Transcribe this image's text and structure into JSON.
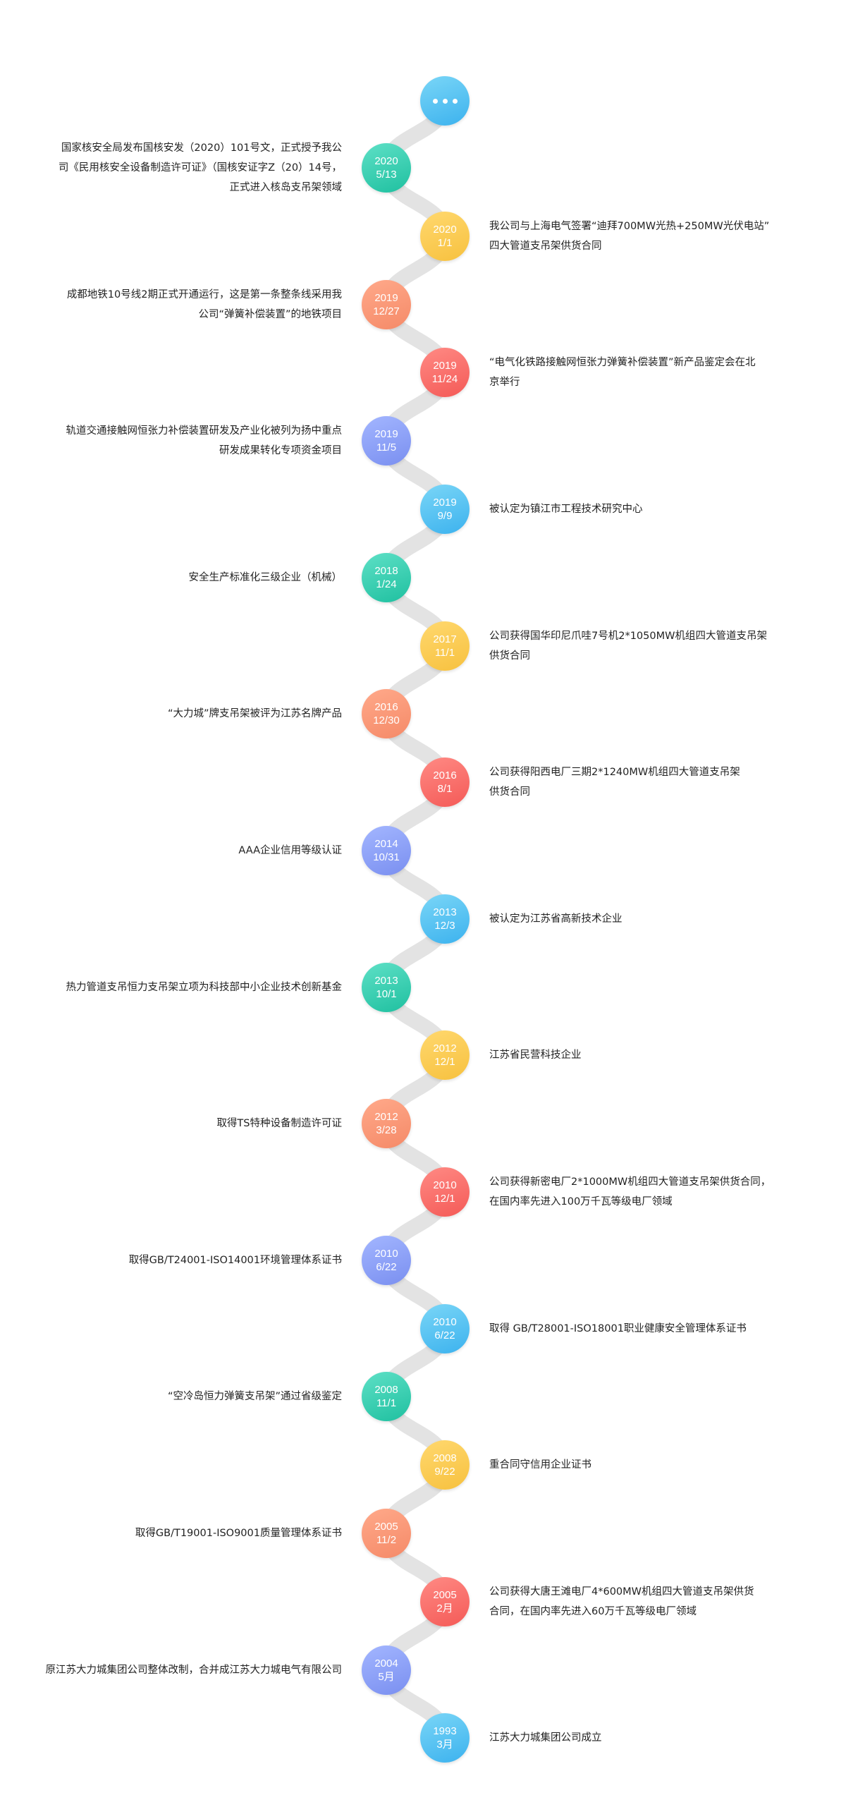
{
  "colors": {
    "blue": [
      "#7ad6f7",
      "#3cb2ee"
    ],
    "teal": [
      "#5ee0c6",
      "#1fc0a0"
    ],
    "yellow": [
      "#ffd86e",
      "#f7c13f"
    ],
    "orange": [
      "#ffa98a",
      "#f58a68"
    ],
    "red": [
      "#ff8a84",
      "#f45a57"
    ],
    "purple": [
      "#a3b6ff",
      "#7a8ff0"
    ],
    "spine": "#e3e3e3"
  },
  "top_icon": "more-dots-icon",
  "events": [
    {
      "year": "2020",
      "date": "5/13",
      "color": "teal",
      "side": "left",
      "lines": [
        "国家核安全局发布国核安发（2020）101号文，正式授予我公",
        "司《民用核安全设备制造许可证》（国核安证字Z（20）14号，",
        "正式进入核岛支吊架领域"
      ]
    },
    {
      "year": "2020",
      "date": "1/1",
      "color": "yellow",
      "side": "right",
      "lines": [
        "我公司与上海电气签署“迪拜700MW光热+250MW光伏电站”",
        "四大管道支吊架供货合同"
      ]
    },
    {
      "year": "2019",
      "date": "12/27",
      "color": "orange",
      "side": "left",
      "lines": [
        "成都地铁10号线2期正式开通运行，这是第一条整条线采用我",
        "公司“弹簧补偿装置”的地铁项目"
      ]
    },
    {
      "year": "2019",
      "date": "11/24",
      "color": "red",
      "side": "right",
      "lines": [
        "“电气化铁路接触网恒张力弹簧补偿装置”新产品鉴定会在北",
        "京举行"
      ]
    },
    {
      "year": "2019",
      "date": "11/5",
      "color": "purple",
      "side": "left",
      "lines": [
        "轨道交通接触网恒张力补偿装置研发及产业化被列为扬中重点",
        "研发成果转化专项资金项目"
      ]
    },
    {
      "year": "2019",
      "date": "9/9",
      "color": "blue",
      "side": "right",
      "lines": [
        "被认定为镇江市工程技术研究中心"
      ]
    },
    {
      "year": "2018",
      "date": "1/24",
      "color": "teal",
      "side": "left",
      "lines": [
        "安全生产标准化三级企业（机械）"
      ]
    },
    {
      "year": "2017",
      "date": "11/1",
      "color": "yellow",
      "side": "right",
      "lines": [
        "公司获得国华印尼爪哇7号机2*1050MW机组四大管道支吊架",
        "供货合同"
      ]
    },
    {
      "year": "2016",
      "date": "12/30",
      "color": "orange",
      "side": "left",
      "lines": [
        "“大力城”牌支吊架被评为江苏名牌产品"
      ]
    },
    {
      "year": "2016",
      "date": "8/1",
      "color": "red",
      "side": "right",
      "lines": [
        "公司获得阳西电厂三期2*1240MW机组四大管道支吊架",
        "供货合同"
      ]
    },
    {
      "year": "2014",
      "date": "10/31",
      "color": "purple",
      "side": "left",
      "lines": [
        "AAA企业信用等级认证"
      ]
    },
    {
      "year": "2013",
      "date": "12/3",
      "color": "blue",
      "side": "right",
      "lines": [
        "被认定为江苏省高新技术企业"
      ]
    },
    {
      "year": "2013",
      "date": "10/1",
      "color": "teal",
      "side": "left",
      "lines": [
        "热力管道支吊恒力支吊架立项为科技部中小企业技术创新基金"
      ]
    },
    {
      "year": "2012",
      "date": "12/1",
      "color": "yellow",
      "side": "right",
      "lines": [
        "江苏省民营科技企业"
      ]
    },
    {
      "year": "2012",
      "date": "3/28",
      "color": "orange",
      "side": "left",
      "lines": [
        "取得TS特种设备制造许可证"
      ]
    },
    {
      "year": "2010",
      "date": "12/1",
      "color": "red",
      "side": "right",
      "lines": [
        "公司获得新密电厂2*1000MW机组四大管道支吊架供货合同，",
        "在国内率先进入100万千瓦等级电厂领域"
      ]
    },
    {
      "year": "2010",
      "date": "6/22",
      "color": "purple",
      "side": "left",
      "lines": [
        "取得GB/T24001-ISO14001环境管理体系证书"
      ]
    },
    {
      "year": "2010",
      "date": "6/22",
      "color": "blue",
      "side": "right",
      "lines": [
        "取得 GB/T28001-ISO18001职业健康安全管理体系证书"
      ]
    },
    {
      "year": "2008",
      "date": "11/1",
      "color": "teal",
      "side": "left",
      "lines": [
        "“空冷岛恒力弹簧支吊架”通过省级鉴定"
      ]
    },
    {
      "year": "2008",
      "date": "9/22",
      "color": "yellow",
      "side": "right",
      "lines": [
        "重合同守信用企业证书"
      ]
    },
    {
      "year": "2005",
      "date": "11/2",
      "color": "orange",
      "side": "left",
      "lines": [
        "取得GB/T19001-ISO9001质量管理体系证书"
      ]
    },
    {
      "year": "2005",
      "date": "2月",
      "color": "red",
      "side": "right",
      "lines": [
        "公司获得大唐王滩电厂4*600MW机组四大管道支吊架供货",
        "合同，在国内率先进入60万千瓦等级电厂领域"
      ]
    },
    {
      "year": "2004",
      "date": "5月",
      "color": "purple",
      "side": "left",
      "lines": [
        "原江苏大力城集团公司整体改制，合并成江苏大力城电气有限公司"
      ]
    },
    {
      "year": "1993",
      "date": "3月",
      "color": "blue",
      "side": "right",
      "lines": [
        "江苏大力城集团公司成立"
      ]
    }
  ]
}
